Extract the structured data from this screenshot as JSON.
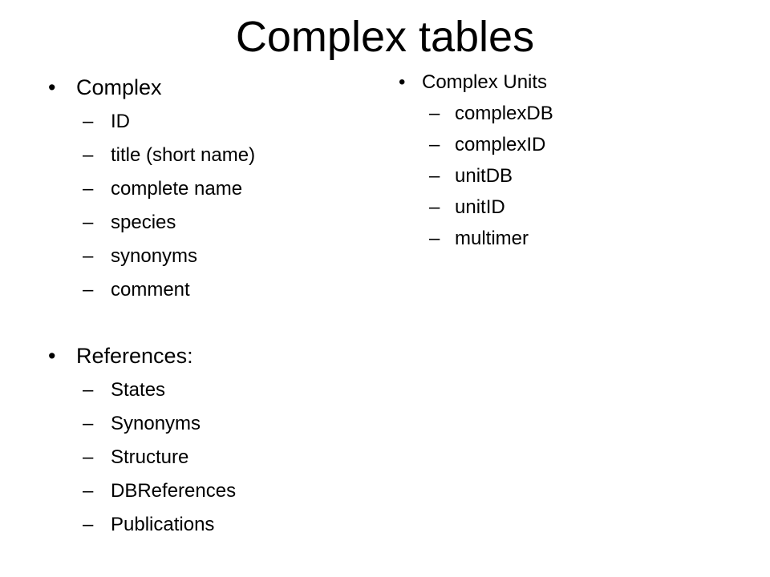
{
  "title": "Complex tables",
  "left_column": {
    "groups": [
      {
        "label": "Complex",
        "items": [
          "ID",
          "title (short name)",
          "complete name",
          "species",
          "synonyms",
          "comment"
        ]
      },
      {
        "label": "References:",
        "items": [
          "States",
          "Synonyms",
          "Structure",
          "DBReferences",
          "Publications"
        ]
      }
    ]
  },
  "right_column": {
    "groups": [
      {
        "label": "Complex Units",
        "items": [
          "complexDB",
          "complexID",
          "unitDB",
          "unitID",
          "multimer"
        ]
      }
    ]
  },
  "symbols": {
    "bullet": "•",
    "dash": "–"
  }
}
